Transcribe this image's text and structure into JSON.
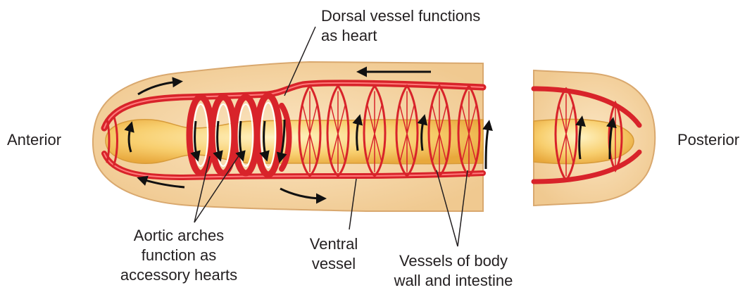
{
  "labels": {
    "anterior": "Anterior",
    "posterior": "Posterior",
    "dorsal_vessel": [
      "Dorsal vessel functions",
      "as heart"
    ],
    "aortic_arches": [
      "Aortic arches",
      "function as",
      "accessory hearts"
    ],
    "ventral_vessel": [
      "Ventral",
      "vessel"
    ],
    "body_vessels": [
      "Vessels of body",
      "wall and intestine"
    ]
  },
  "colors": {
    "body_fill": "#f5d6a8",
    "body_outline": "#d9a86e",
    "intestine_fill": "#f6c56a",
    "vessel_red": "#d8232a",
    "vessel_dark": "#a31218",
    "arrow": "#111111",
    "text": "#231f20"
  }
}
